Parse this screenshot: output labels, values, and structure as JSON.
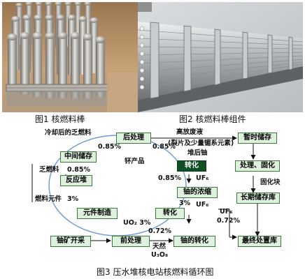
{
  "figures": {
    "fig1_caption": "图1  核燃料棒",
    "fig2_caption": "图2 核燃料棒组件",
    "fig3_caption": "图3  压水堆核电站核燃料循环图"
  },
  "diagram": {
    "boxes": {
      "reprocessing": "后处理",
      "interim_storage": "中间储存",
      "reactor": "反应堆",
      "element_fabrication": "元件制造",
      "conversion_top": "转化",
      "enrichment": "铀的浓缩",
      "conversion_mid": "转化",
      "uranium_refining": "铀的转化",
      "pre_processing": "前处理",
      "mining": "铀矿开采",
      "temporary_storage": "暂时储存",
      "treatment_solidify": "处理、固化",
      "long_term_storage": "长期储存库",
      "final_disposal": "最终处置库"
    },
    "labels": {
      "spent_fuel_after_cooling": "冷却后的乏燃料",
      "pct_085_a": "0.85%",
      "pct_085_b": "0.85%",
      "spent_fuel": "乏燃料",
      "pct_085_c": "0.85%",
      "fuel_element": "燃料元件",
      "pct_3_a": "3%",
      "byproduct": "钚产品",
      "hlw_line1": "高放废液",
      "hlw_line2": "(裂片及少量镅系元素)",
      "reactor_waste": "堆后铀",
      "pct_085_d": "0.85%",
      "uf6_a": "UF₆",
      "pct_3_b": "3%",
      "uf6_b": "UF₆",
      "uo2_3": "UO₂ 3%",
      "pct_072_a": "0.72%",
      "natural": "天然",
      "u3o8": "U₃O₈",
      "solid_block": "固化块",
      "uf6_c": "UF₆",
      "pct_072_b": "0.72%"
    }
  },
  "colors": {
    "box_fill": "#dff0df",
    "box_border": "#3a7a3a",
    "dark_box": "#0f4f26",
    "cycle_line": "#6a9bd8",
    "arrow": "#111111"
  }
}
